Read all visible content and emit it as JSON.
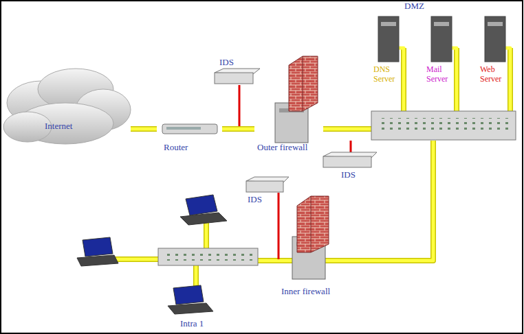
{
  "diagram": {
    "nodes": [
      {
        "text": [
          "Internet"
        ]
      },
      {
        "text": [
          "Router"
        ]
      },
      {
        "text": [
          "IDS"
        ]
      },
      {
        "text": [
          "Outer firewall"
        ]
      },
      {
        "text": [
          "DNS Server"
        ]
      },
      {
        "text": [
          "Mail Server"
        ]
      },
      {
        "text": [
          "Web Server"
        ]
      },
      {
        "text": [
          "IDS"
        ]
      },
      {
        "text": [
          "IDS"
        ]
      },
      {
        "text": [
          "Inner firewall"
        ]
      }
    ],
    "edges": [
      {
        "from": 0,
        "to": 1,
        "arrow": "none"
      },
      {
        "from": 1,
        "to": 3,
        "arrow": "none"
      }
    ],
    "labels": [
      "DMZ",
      "Intra 1"
    ]
  }
}
